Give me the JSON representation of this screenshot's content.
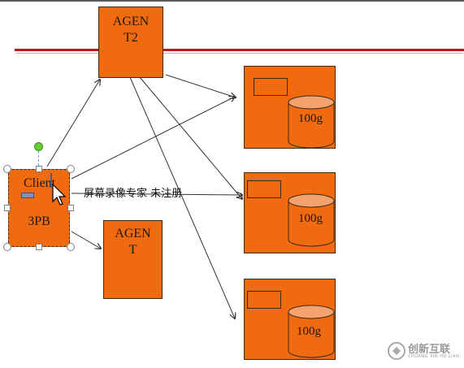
{
  "diagram": {
    "agent2_label": "AGEN\nT2",
    "agent_label": "AGEN\nT",
    "client_label": "Client",
    "client_sub_label": "3PB",
    "disk_labels": [
      "100g",
      "100g",
      "100g"
    ],
    "overlay_text": "屏幕录像专家 未注册"
  },
  "watermark": {
    "brand": "创新互联",
    "sub": "CHUANG XIN HU LIAN"
  },
  "colors": {
    "box_fill": "#f06a0f",
    "red_line": "#c0181b",
    "disk_top": "#f5a36e"
  }
}
